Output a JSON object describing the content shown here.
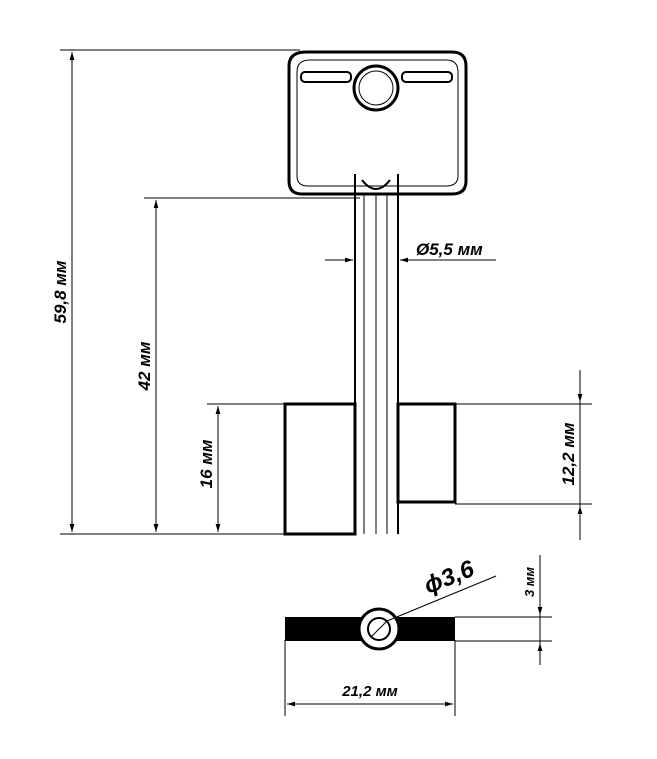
{
  "drawing": {
    "dims": {
      "total_length": "59,8 мм",
      "stem_length": "42 мм",
      "bit_height": "16 мм",
      "stem_diameter": "Ø5,5 мм",
      "bit_short_height": "12,2 мм",
      "bit_width": "21,2 мм",
      "bit_thickness": "3 мм"
    },
    "section": {
      "hole_diameter": "ϕ3,6"
    }
  }
}
